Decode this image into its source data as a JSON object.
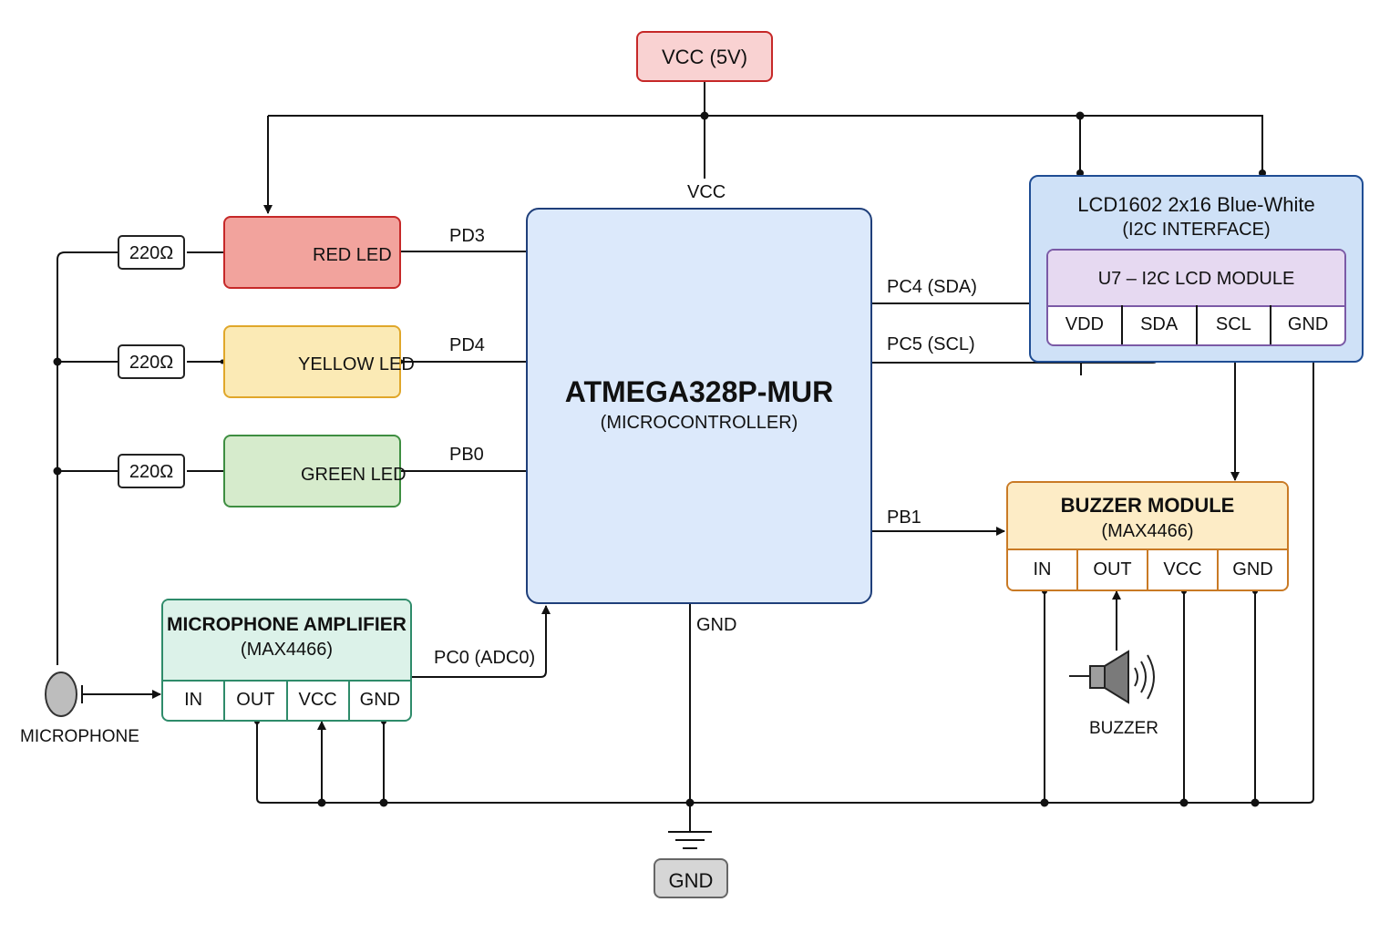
{
  "power": {
    "vcc_label": "VCC (5V)",
    "gnd_label": "GND"
  },
  "mcu": {
    "title": "ATMEGA328P-MUR",
    "subtitle": "(MICROCONTROLLER)",
    "vcc_pin": "VCC",
    "gnd_pin": "GND",
    "pins": {
      "pd3": "PD3",
      "pd4": "PD4",
      "pb0": "PB0",
      "pc4": "PC4 (SDA)",
      "pc5": "PC5 (SCL)",
      "pb1": "PB1",
      "pc0": "PC0 (ADC0)"
    }
  },
  "resistors": [
    "220Ω",
    "220Ω",
    "220Ω"
  ],
  "leds": [
    {
      "label": "RED LED",
      "color": "#c62828"
    },
    {
      "label": "YELLOW LED",
      "color": "#e0a72a"
    },
    {
      "label": "GREEN LED",
      "color": "#3e8e41"
    }
  ],
  "lcd": {
    "title": "LCD1602 2x16 Blue-White",
    "subtitle": "(I2C INTERFACE)",
    "module": "U7 – I2C LCD MODULE",
    "pins": [
      "VDD",
      "SDA",
      "SCL",
      "GND"
    ]
  },
  "buzzer_module": {
    "title": "BUZZER MODULE",
    "subtitle": "(MAX4466)",
    "pins": [
      "IN",
      "OUT",
      "VCC",
      "GND"
    ]
  },
  "buzzer": {
    "label": "BUZZER"
  },
  "mic_amp": {
    "title": "MICROPHONE AMPLIFIER",
    "subtitle": "(MAX4466)",
    "pins": [
      "IN",
      "OUT",
      "VCC",
      "GND"
    ]
  },
  "microphone": {
    "label": "MICROPHONE"
  }
}
